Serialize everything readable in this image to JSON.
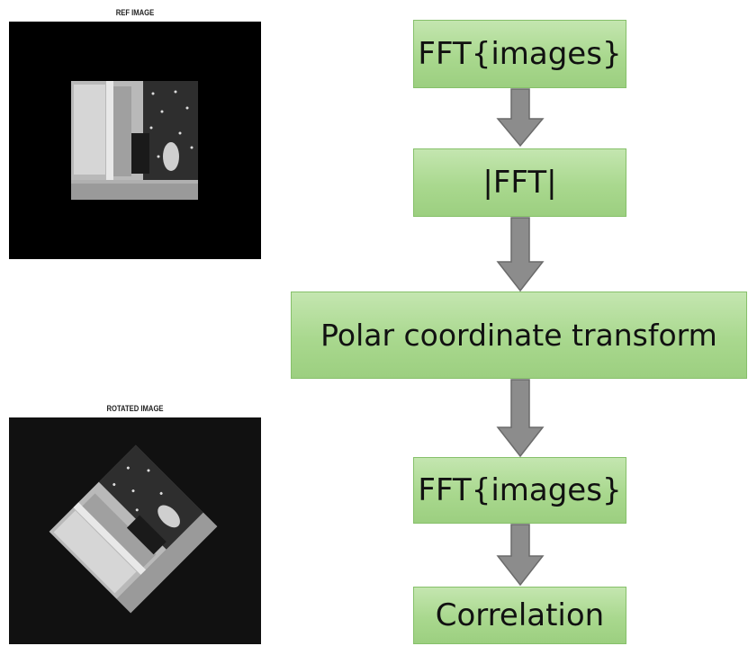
{
  "images": {
    "ref_title": "REF IMAGE",
    "rotated_title": "ROTATED IMAGE"
  },
  "flowchart": {
    "steps": [
      "FFT{images}",
      "|FFT|",
      "Polar coordinate transform",
      "FFT{images}",
      "Correlation"
    ]
  },
  "colors": {
    "box_fill": "#a9d88e",
    "box_border": "#86c06a",
    "arrow_fill": "#8c8c8c",
    "arrow_stroke": "#6b6b6b"
  }
}
